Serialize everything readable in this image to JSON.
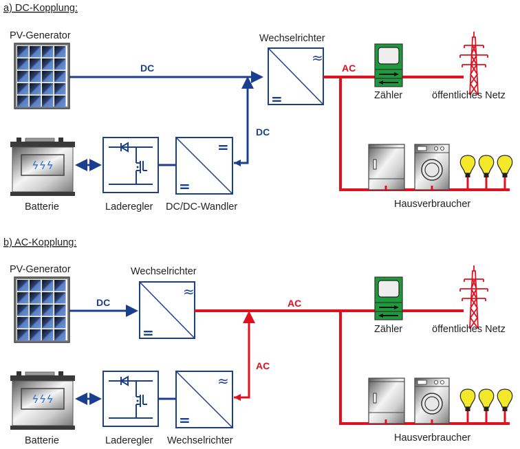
{
  "colors": {
    "dc_line": "#1a3f8f",
    "ac_line": "#e0101e",
    "meter_green": "#1e9a3c",
    "bulb_yellow": "#f4e82a",
    "pv_cell": "#5b7fc4"
  },
  "section_a": {
    "title": "a) DC-Kopplung:",
    "pv_label": "PV-Generator",
    "inverter_label": "Wechselrichter",
    "dc_label_main": "DC",
    "dc_label_vertical": "DC",
    "ac_label": "AC",
    "meter_label": "Zähler",
    "grid_label": "öffentliches Netz",
    "battery_label": "Batterie",
    "charger_label": "Laderegler",
    "converter_label": "DC/DC-Wandler",
    "consumers_label": "Hausverbraucher",
    "inverter_symbols": {
      "top": "≈",
      "bottom": "="
    },
    "converter_symbols": {
      "top": "=",
      "bottom": "="
    }
  },
  "section_b": {
    "title": "b) AC-Kopplung:",
    "pv_label": "PV-Generator",
    "inverter_label": "Wechselrichter",
    "dc_label": "DC",
    "ac_label_main": "AC",
    "ac_label_vertical": "AC",
    "meter_label": "Zähler",
    "grid_label": "öffentliches Netz",
    "battery_label": "Batterie",
    "charger_label": "Laderegler",
    "converter_label": "Wechselrichter",
    "consumers_label": "Hausverbraucher",
    "inverter_symbols": {
      "top": "≈",
      "bottom": "="
    },
    "converter_symbols": {
      "top": "≈",
      "bottom": "="
    }
  }
}
